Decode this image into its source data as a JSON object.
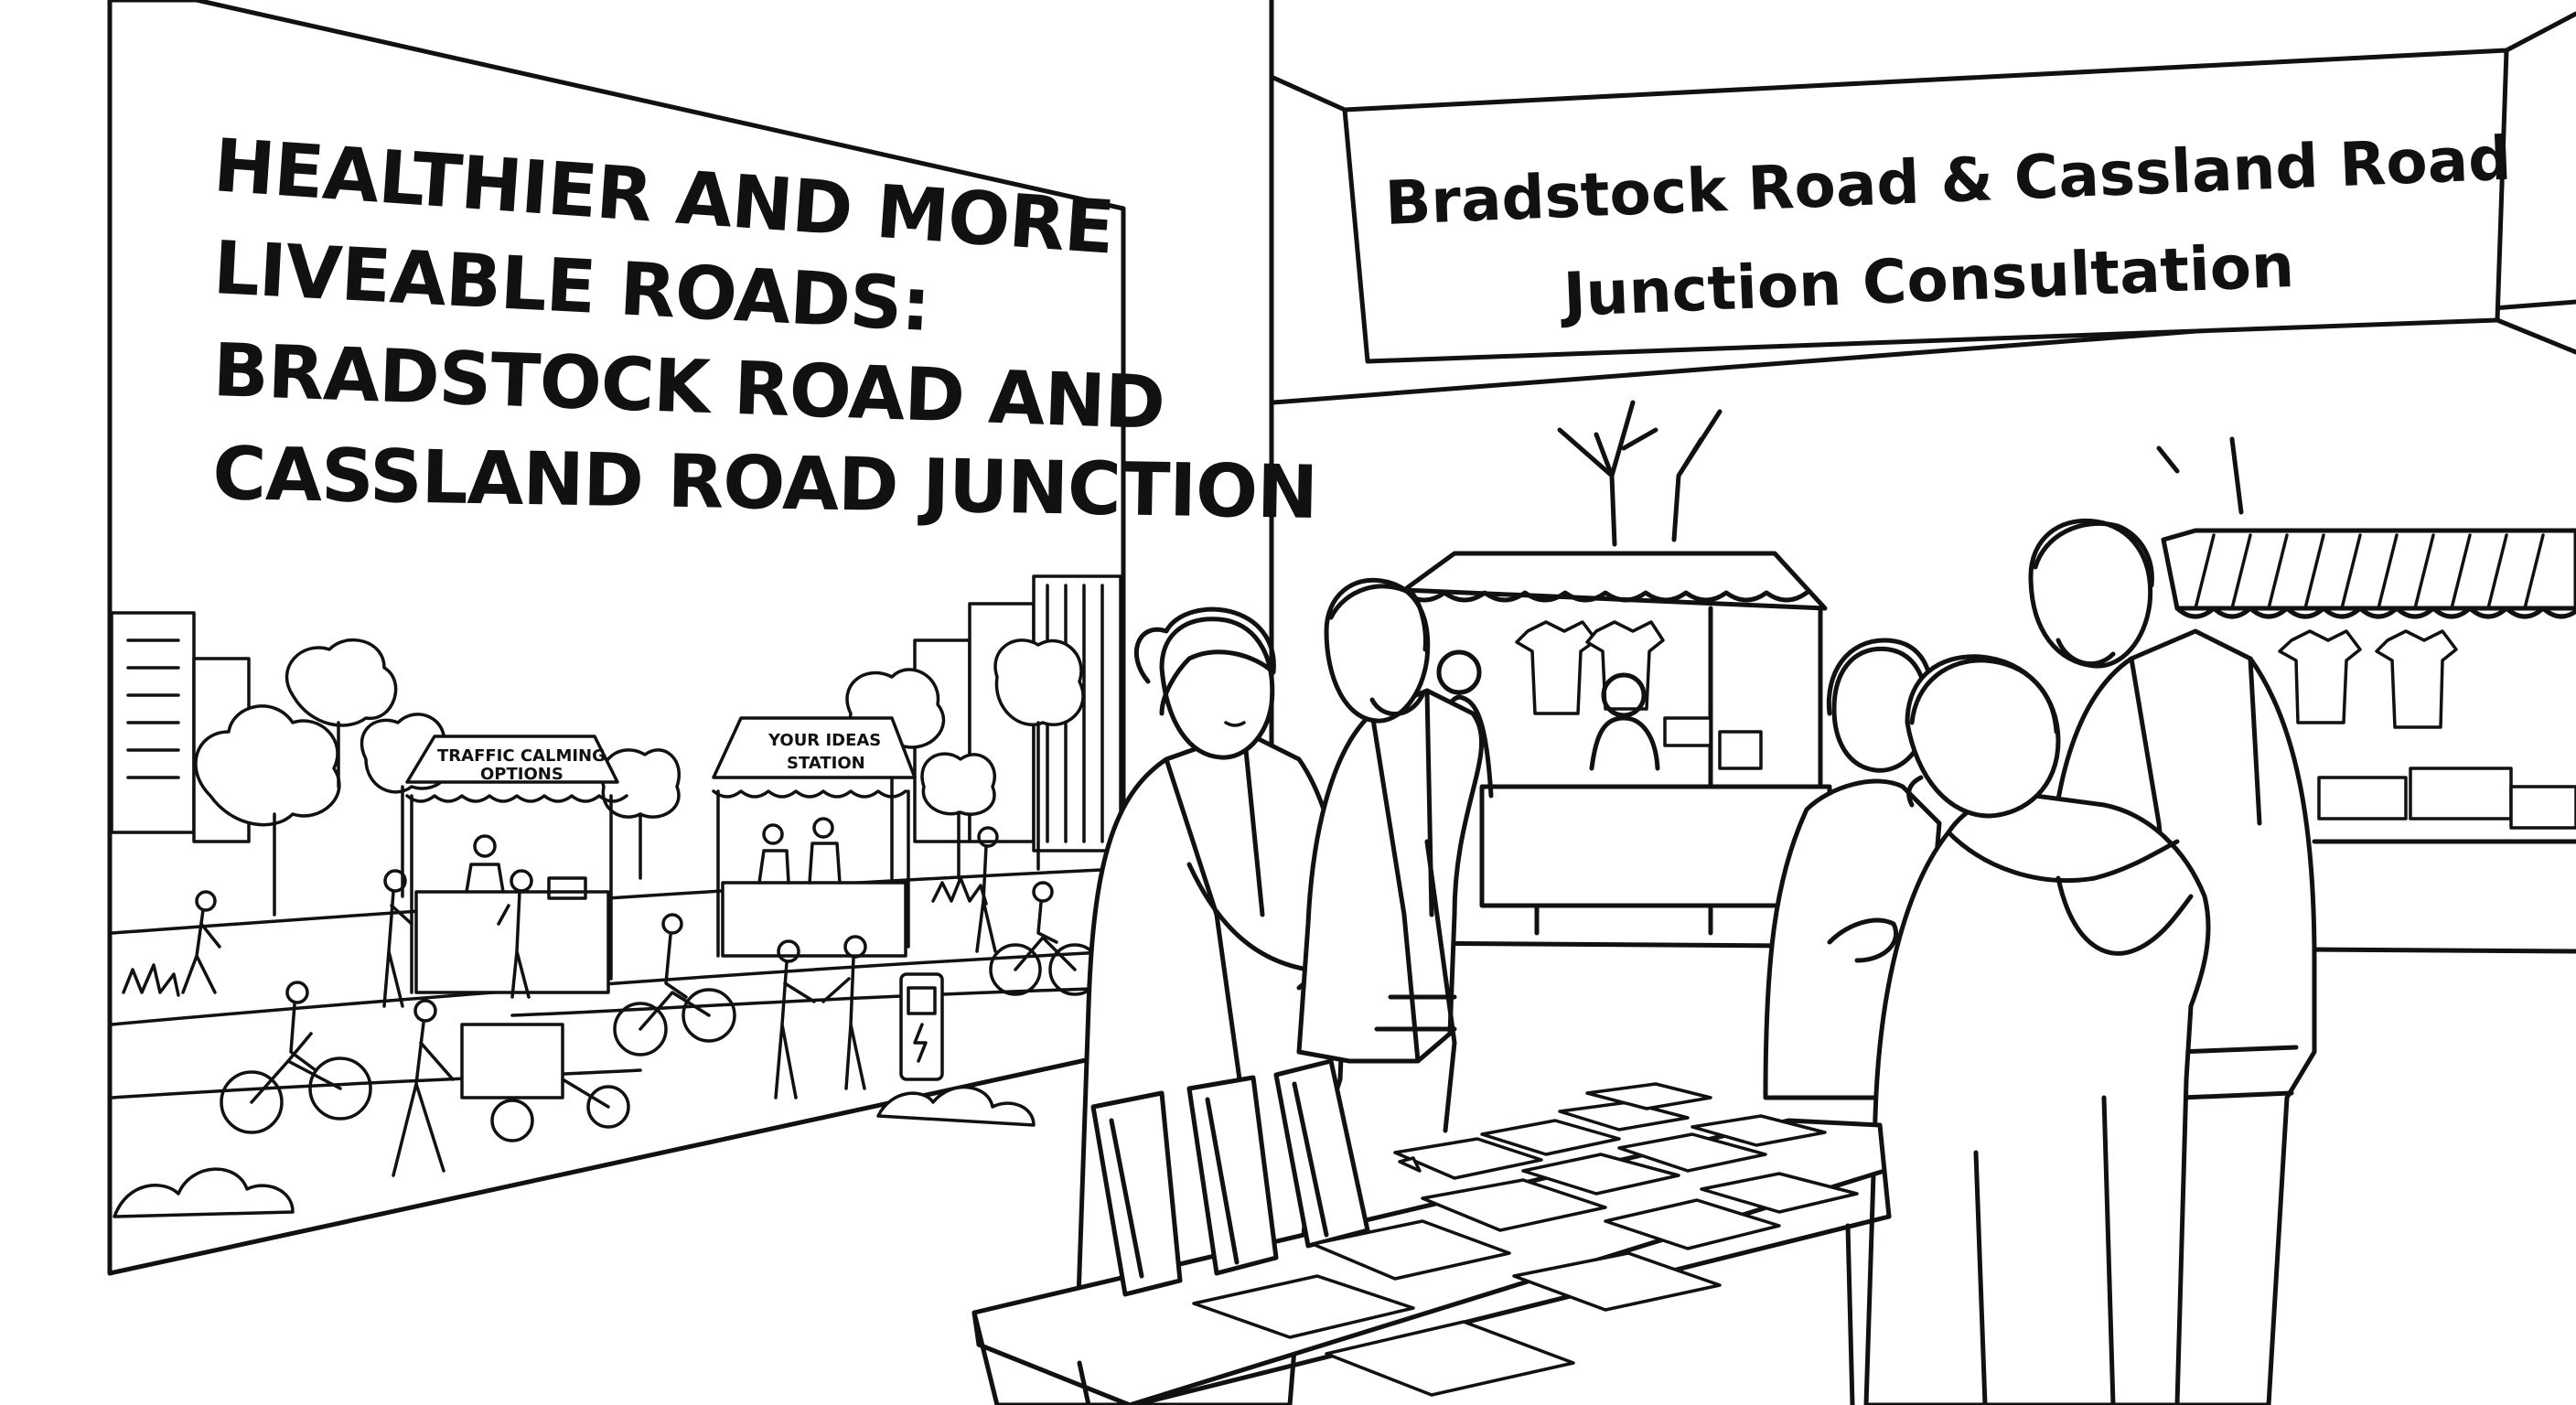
{
  "poster": {
    "title_lines": [
      "HEALTHIER AND MORE",
      "LIVEABLE ROADS:",
      "BRADSTOCK ROAD AND",
      "CASSLAND ROAD JUNCTION"
    ],
    "stall_left_sign": [
      "TRAFFIC CALMING",
      "OPTIONS"
    ],
    "stall_right_sign": [
      "YOUR IDEAS",
      "STATION"
    ]
  },
  "banner": {
    "title_lines": [
      "Bradstock Road & Cassland Road",
      "Junction Consultation"
    ]
  },
  "palette": {
    "ink": "#111111",
    "paper": "#ffffff"
  }
}
